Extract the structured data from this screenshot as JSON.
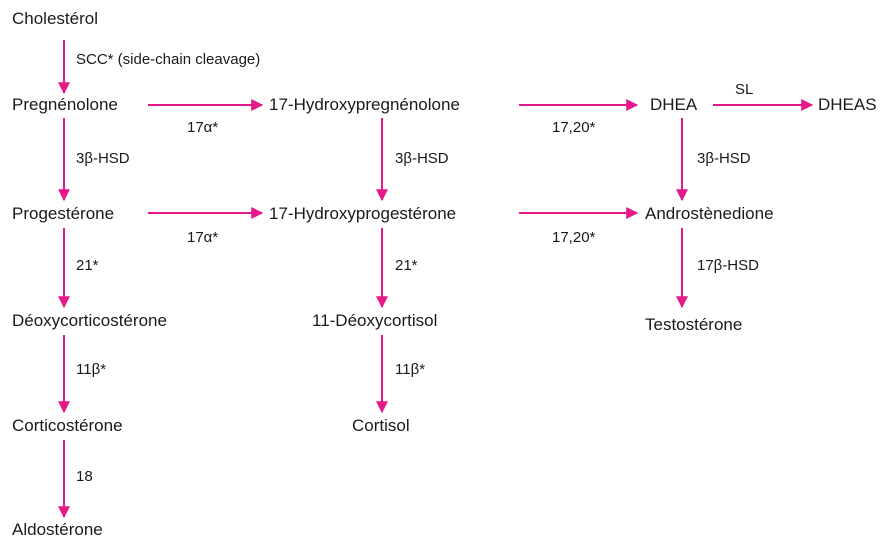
{
  "colors": {
    "arrow": "#e6198a",
    "text": "#1a1a1a",
    "background": "#ffffff"
  },
  "nodes": {
    "cholesterol": "Cholestérol",
    "pregnenolone": "Pregnénolone",
    "hydroxypregnenolone_17": "17-Hydroxypregnénolone",
    "dhea": "DHEA",
    "dheas": "DHEAS",
    "progesterone": "Progestérone",
    "hydroxyprogesterone_17": "17-Hydroxyprogestérone",
    "androstenedione": "Androstènedione",
    "deoxycorticosterone": "Déoxycorticostérone",
    "deoxycortisol_11": "11-Déoxycortisol",
    "testosterone": "Testostérone",
    "corticosterone": "Corticostérone",
    "cortisol": "Cortisol",
    "aldosterone": "Aldostérone"
  },
  "enzymes": {
    "scc": "SCC* (side-chain cleavage)",
    "a17_top": "17α*",
    "lyase_top": "17,20*",
    "sl": "SL",
    "hsd3b_left": "3β-HSD",
    "hsd3b_mid": "3β-HSD",
    "hsd3b_right": "3β-HSD",
    "a17_bottom": "17α*",
    "lyase_bottom": "17,20*",
    "h21_left": "21*",
    "h21_mid": "21*",
    "hsd17b": "17β-HSD",
    "h11b_left": "11β*",
    "h11b_mid": "11β*",
    "h18": "18"
  }
}
